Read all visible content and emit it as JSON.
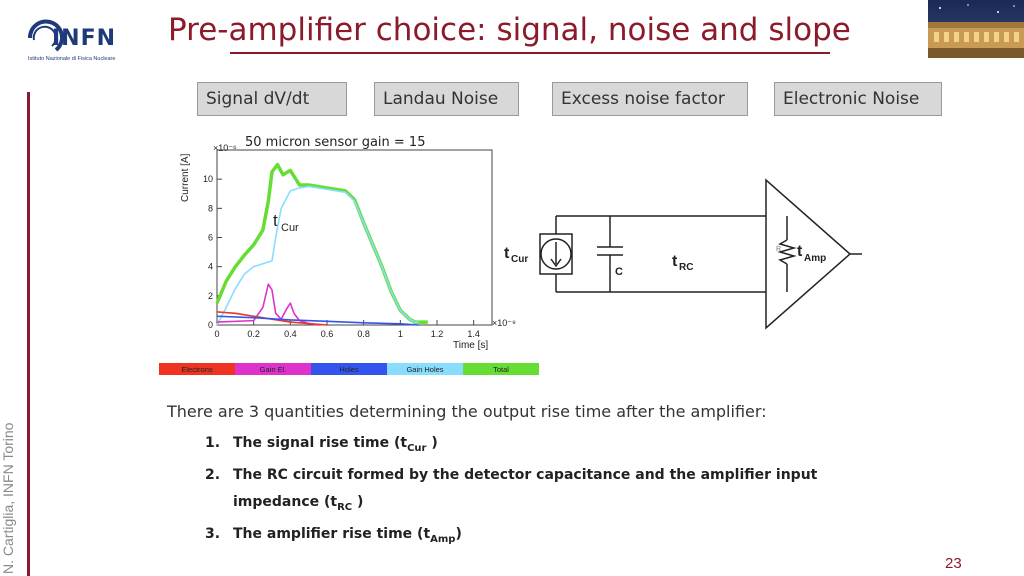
{
  "header": {
    "logo_text": "INFN",
    "logo_subtitle": "Istituto Nazionale di Fisica Nucleare",
    "title": "Pre-amplifier choice: signal, noise and slope"
  },
  "tabs": [
    {
      "label": "Signal dV/dt"
    },
    {
      "label": "Landau Noise"
    },
    {
      "label": "Excess noise factor"
    },
    {
      "label": "Electronic Noise"
    }
  ],
  "chart_data": {
    "type": "line",
    "title": "50 micron sensor gain = 15",
    "xlabel": "Time [s]",
    "ylabel": "Current [A]",
    "x_exponent": "×10⁻⁹",
    "y_exponent": "×10⁻⁶",
    "xlim": [
      0,
      1.5
    ],
    "ylim": [
      0,
      12
    ],
    "x_ticks": [
      "0",
      "0.2",
      "0.4",
      "0.6",
      "0.8",
      "1",
      "1.2",
      "1.4"
    ],
    "y_ticks": [
      "0",
      "2",
      "4",
      "6",
      "8",
      "10"
    ],
    "annotation": "t",
    "annotation_sub": "Cur",
    "legend": [
      "Electrons",
      "Gain El.",
      "Holes",
      "Gain Holes",
      "Total"
    ],
    "series": [
      {
        "name": "Total",
        "color": "#66dd33",
        "x": [
          0,
          0.05,
          0.1,
          0.15,
          0.2,
          0.25,
          0.28,
          0.3,
          0.33,
          0.36,
          0.4,
          0.45,
          0.5,
          0.6,
          0.7,
          0.75,
          0.8,
          0.85,
          0.9,
          0.95,
          1.0,
          1.05,
          1.08,
          1.1,
          1.15
        ],
        "y": [
          1.5,
          3.0,
          4.0,
          4.8,
          5.5,
          6.5,
          8.5,
          10.5,
          11.0,
          10.3,
          10.6,
          9.6,
          9.6,
          9.4,
          9.2,
          8.6,
          7.0,
          5.5,
          4.0,
          2.3,
          1.0,
          0.4,
          0.2,
          0.2,
          0.2
        ]
      },
      {
        "name": "Gain Holes",
        "color": "#88ddff",
        "x": [
          0,
          0.05,
          0.1,
          0.15,
          0.2,
          0.25,
          0.3,
          0.32,
          0.35,
          0.4,
          0.45,
          0.5,
          0.6,
          0.7,
          0.75,
          0.8,
          0.85,
          0.9,
          0.95,
          1.0,
          1.05,
          1.08,
          1.1
        ],
        "y": [
          0,
          1.2,
          2.5,
          3.5,
          4.0,
          4.2,
          4.4,
          6.0,
          8.0,
          9.2,
          9.4,
          9.5,
          9.3,
          9.1,
          8.5,
          7.0,
          5.5,
          4.0,
          2.3,
          1.0,
          0.4,
          0.2,
          0.2
        ]
      },
      {
        "name": "Gain El.",
        "color": "#dd33cc",
        "x": [
          0,
          0.2,
          0.25,
          0.28,
          0.3,
          0.32,
          0.35,
          0.38,
          0.4,
          0.42,
          0.45,
          0.5,
          0.55
        ],
        "y": [
          0.2,
          0.3,
          1.2,
          2.8,
          2.4,
          0.8,
          0.4,
          1.1,
          1.5,
          0.8,
          0.3,
          0.1,
          0
        ]
      },
      {
        "name": "Electrons",
        "color": "#ee3322",
        "x": [
          0,
          0.1,
          0.2,
          0.3,
          0.4,
          0.5,
          0.6
        ],
        "y": [
          0.9,
          0.8,
          0.6,
          0.4,
          0.2,
          0.1,
          0
        ]
      },
      {
        "name": "Holes",
        "color": "#3355ee",
        "x": [
          0,
          0.2,
          0.4,
          0.6,
          0.8,
          1.0,
          1.1
        ],
        "y": [
          0.6,
          0.5,
          0.35,
          0.25,
          0.15,
          0.08,
          0
        ]
      }
    ]
  },
  "circuit": {
    "t": "t",
    "cur_sub": "Cur",
    "rc_sub": "RC",
    "amp_sub": "Amp",
    "cap_label": "C",
    "res_label": "R"
  },
  "body": {
    "intro": "There are 3 quantities determining the output rise time after the amplifier:",
    "items": [
      {
        "num": "1.",
        "prefix": "The signal rise time (t",
        "sub": "Cur",
        "suffix": " )"
      },
      {
        "num": "2.",
        "prefix": "The RC circuit formed by the detector capacitance and the amplifier input impedance (t",
        "sub": "RC",
        "suffix": " )"
      },
      {
        "num": "3.",
        "prefix": "The amplifier rise time (t",
        "sub": "Amp",
        "suffix": ")"
      }
    ]
  },
  "footer": {
    "side_text": "N. Cartiglia,  INFN Torino",
    "page_number": "23"
  },
  "colors": {
    "accent": "#8b1a2b",
    "tab_bg": "#d8d8d8",
    "logo_blue": "#1f3a7a"
  }
}
